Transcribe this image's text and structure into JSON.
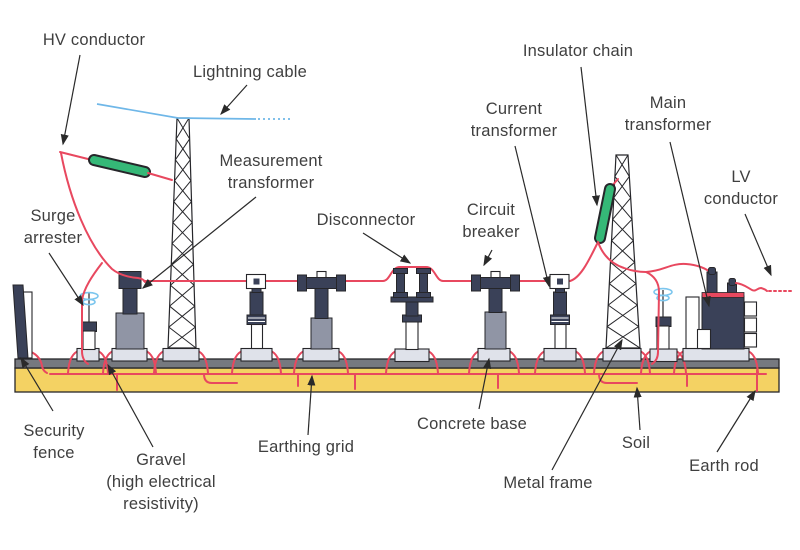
{
  "labels": {
    "hv_conductor": "HV conductor",
    "lightning_cable": "Lightning cable",
    "measurement_transformer": "Measurement\ntransformer",
    "surge_arrester": "Surge\narrester",
    "disconnector": "Disconnector",
    "circuit_breaker": "Circuit\nbreaker",
    "current_transformer": "Current\ntransformer",
    "insulator_chain": "Insulator chain",
    "main_transformer": "Main\ntransformer",
    "lv_conductor": "LV\nconductor",
    "security_fence": "Security\nfence",
    "gravel": "Gravel\n(high electrical\nresistivity)",
    "earthing_grid": "Earthing grid",
    "concrete_base": "Concrete base",
    "metal_frame": "Metal frame",
    "soil": "Soil",
    "earth_rod": "Earth rod"
  },
  "colors": {
    "conductor_red": "#e8485f",
    "lightning_blue": "#6fb7e8",
    "insulator_green": "#35b877",
    "equipment_navy": "#3a4158",
    "column_gray": "#9095a5",
    "concrete_gray": "#dfe2ea",
    "gravel_gray": "#76797f",
    "soil_yellow": "#f4d263",
    "corona_blue": "#7cc6ee",
    "label_text": "#3f3f3f",
    "outline_ink": "#26262a"
  }
}
